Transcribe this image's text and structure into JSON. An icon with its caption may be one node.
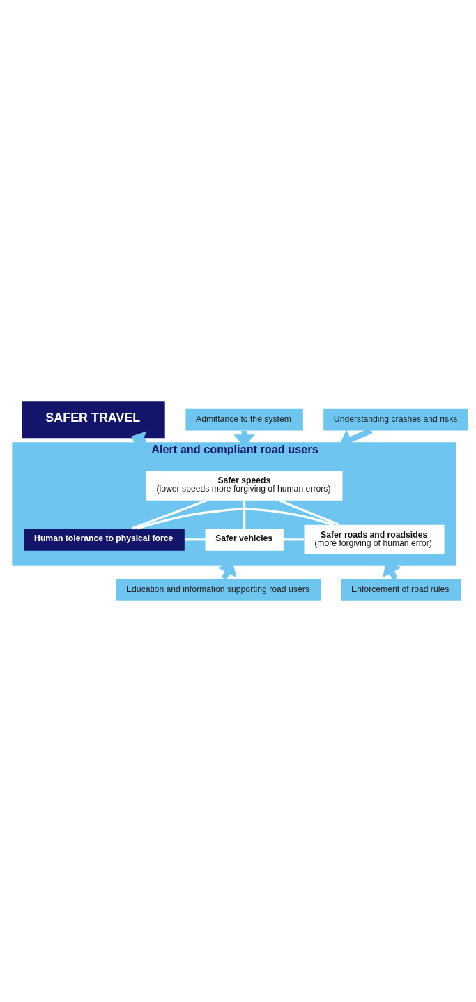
{
  "diagram": {
    "nodes": [
      {
        "text": [
          "SAFER TRAVEL"
        ]
      },
      {
        "text": [
          "Admittance to the system"
        ]
      },
      {
        "text": [
          "Understanding crashes and risks"
        ]
      },
      {
        "text": [
          "Alert and compliant road users"
        ]
      },
      {
        "text": [
          "Safer speeds",
          "(lower speeds more forgiving of human errors)"
        ],
        "in": 3
      },
      {
        "text": [
          "Human tolerance to physical force"
        ],
        "in": 3
      },
      {
        "text": [
          "Safer vehicles"
        ],
        "in": 3
      },
      {
        "text": [
          "Safer roads and roadsides",
          "(more forgiving of human error)"
        ],
        "in": 3
      },
      {
        "text": [
          "Education and information supporting road users"
        ]
      },
      {
        "text": [
          "Enforcement of road rules"
        ]
      }
    ],
    "edges": [
      {
        "from": 3,
        "to": 0,
        "arrow": "to",
        "style": "thick",
        "color": "#6ec6f0"
      },
      {
        "from": 1,
        "to": 3,
        "arrow": "to",
        "style": "thick",
        "color": "#6ec6f0"
      },
      {
        "from": 2,
        "to": 3,
        "arrow": "to",
        "style": "thick",
        "color": "#6ec6f0"
      },
      {
        "from": 4,
        "to": 6,
        "arrow": "none"
      },
      {
        "from": 4,
        "to": 5,
        "arrow": "none"
      },
      {
        "from": 4,
        "to": 7,
        "arrow": "none"
      },
      {
        "from": 5,
        "to": 6,
        "arrow": "none"
      },
      {
        "from": 5,
        "to": 7,
        "arrow": "none"
      },
      {
        "from": 6,
        "to": 7,
        "arrow": "none"
      },
      {
        "from": 8,
        "to": 3,
        "arrow": "to",
        "style": "thick",
        "color": "#6ec6f0"
      },
      {
        "from": 9,
        "to": 3,
        "arrow": "to",
        "style": "thick",
        "color": "#6ec6f0"
      }
    ]
  }
}
